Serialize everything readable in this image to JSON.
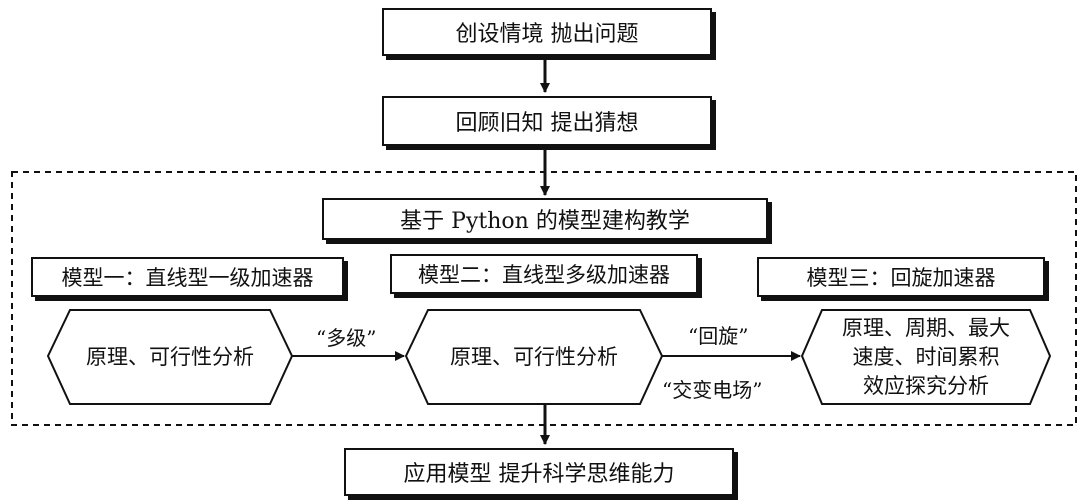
{
  "top_steps": {
    "step1": "创设情境  抛出问题",
    "step2": "回顾旧知  提出猜想"
  },
  "center_title": "基于 Python 的模型建构教学",
  "models": {
    "model1": "模型一：直线型一级加速器",
    "model2": "模型二：直线型多级加速器",
    "model3": "模型三：回旋加速器"
  },
  "analyses": {
    "a1": "原理、可行性分析",
    "a2": "原理、可行性分析",
    "a3_line1": "原理、周期、最大",
    "a3_line2": "速度、时间累积",
    "a3_line3": "效应探究分析"
  },
  "arrow_labels": {
    "multi_level": "“多级”",
    "rotation": "“回旋”",
    "ac_field": "“交变电场”"
  },
  "bottom_step": "应用模型  提升科学思维能力"
}
